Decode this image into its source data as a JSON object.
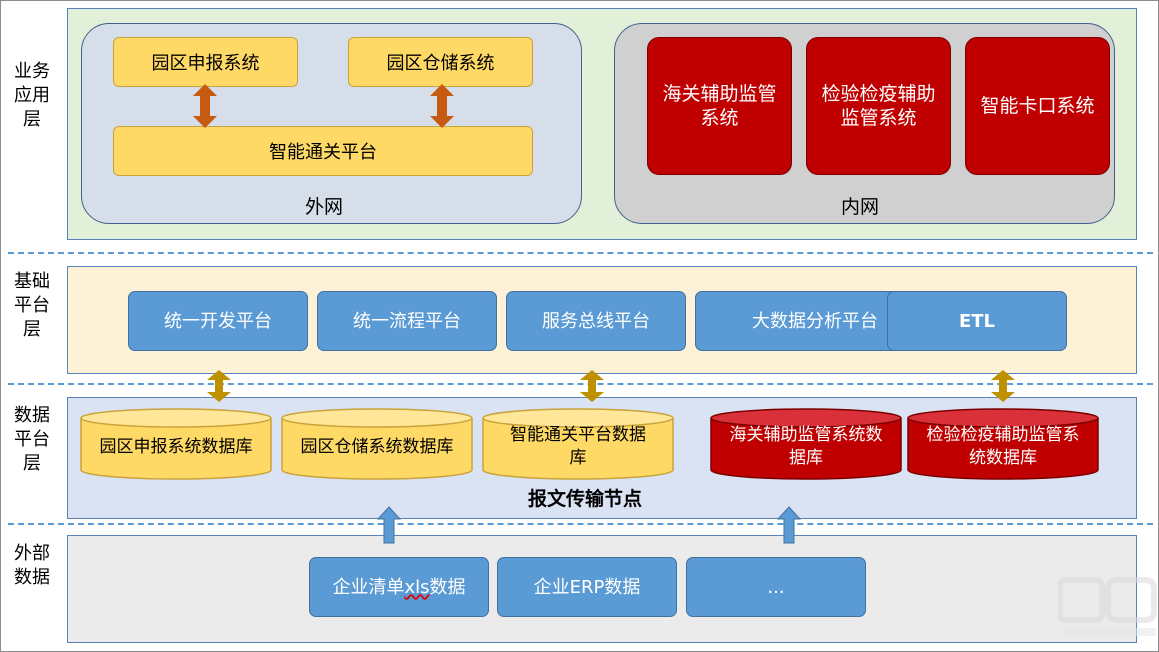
{
  "layers": {
    "app": "业务应用层",
    "base": "基础平台层",
    "data": "数据平台层",
    "external": "外部数据"
  },
  "app_layer": {
    "outer_net": {
      "label": "外网",
      "park_declaration": "园区申报系统",
      "park_storage": "园区仓储系统",
      "customs_platform": "智能通关平台"
    },
    "inner_net": {
      "label": "内网",
      "systems": [
        "海关辅助监管系统",
        "检验检疫辅助监管系统",
        "智能卡口系统"
      ]
    }
  },
  "base_layer": {
    "platforms": [
      "统一开发平台",
      "统一流程平台",
      "服务总线平台",
      "大数据分析平台",
      "ETL"
    ]
  },
  "data_layer": {
    "databases": [
      "园区申报系统数据库",
      "园区仓储系统数据库",
      "智能通关平台数据库",
      "海关辅助监管系统数据库",
      "检验检疫辅助监管系统数据库"
    ],
    "node_label": "报文传输节点"
  },
  "external_layer": {
    "sources": {
      "excel_prefix": "企业清单",
      "excel_ext": "xls",
      "excel_suffix": "数据",
      "erp": "企业ERP数据",
      "more": "..."
    }
  },
  "colors": {
    "app_band": "#e2f0d9",
    "base_band": "#fdf1d7",
    "data_band": "#dae3f3",
    "ext_band": "#ebebeb",
    "yellow_box": "#ffd966",
    "red_box": "#c00000",
    "blue_box": "#5b9bd5",
    "arrow_orange": "#c55a11",
    "arrow_gold": "#bf9000",
    "arrow_blue": "#5b9bd5"
  }
}
